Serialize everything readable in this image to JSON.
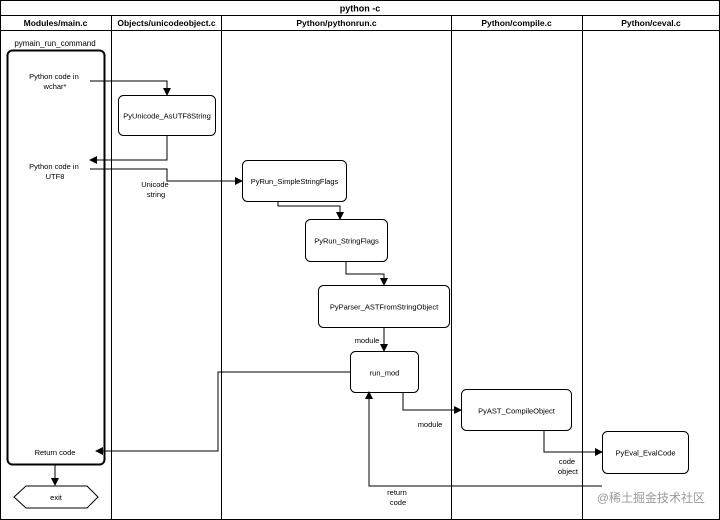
{
  "title": "python -c",
  "lanes": [
    {
      "label": "Modules/main.c"
    },
    {
      "label": "Objects/unicodeobject.c"
    },
    {
      "label": "Python/pythonrun.c"
    },
    {
      "label": "Python/compile.c"
    },
    {
      "label": "Python/ceval.c"
    }
  ],
  "group": {
    "label": "pymain_run_command"
  },
  "text_nodes": {
    "code_wchar": {
      "line1": "Python code in",
      "line2": "wchar*"
    },
    "code_utf8": {
      "line1": "Python code in",
      "line2": "UTF8"
    },
    "return_code": {
      "label": "Return code"
    }
  },
  "boxes": {
    "asutf8": {
      "label": "PyUnicode_AsUTF8String"
    },
    "simplestring": {
      "label": "PyRun_SimpleStringFlags"
    },
    "stringflags": {
      "label": "PyRun_StringFlags"
    },
    "parser": {
      "label": "PyParser_ASTFromStringObject"
    },
    "runmod": {
      "label": "run_mod"
    },
    "compileobj": {
      "label": "PyAST_CompileObject"
    },
    "evalcode": {
      "label": "PyEval_EvalCode"
    }
  },
  "exit": {
    "label": "exit"
  },
  "edge_labels": {
    "unicode_string": {
      "line1": "Unicode",
      "line2": "string"
    },
    "module_a": "module",
    "module_b": "module",
    "code_object": {
      "line1": "code",
      "line2": "object"
    },
    "return_code": {
      "line1": "return",
      "line2": "code"
    }
  },
  "watermark": "@稀土掘金技术社区",
  "colors": {
    "line": "#000000",
    "box_fill": "#ffffff",
    "watermark": "#9a9a9a"
  }
}
